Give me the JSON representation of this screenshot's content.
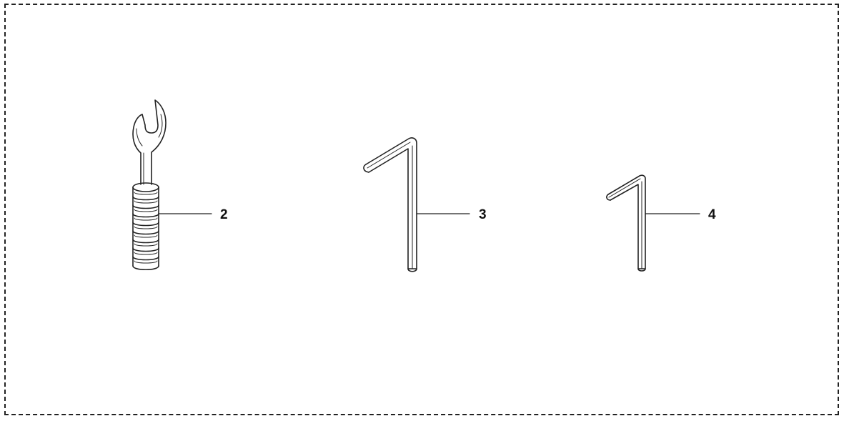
{
  "callouts": {
    "wrench": "2",
    "hex_key_large": "3",
    "hex_key_small": "4"
  },
  "colors": {
    "stroke": "#222222",
    "background": "#ffffff"
  }
}
